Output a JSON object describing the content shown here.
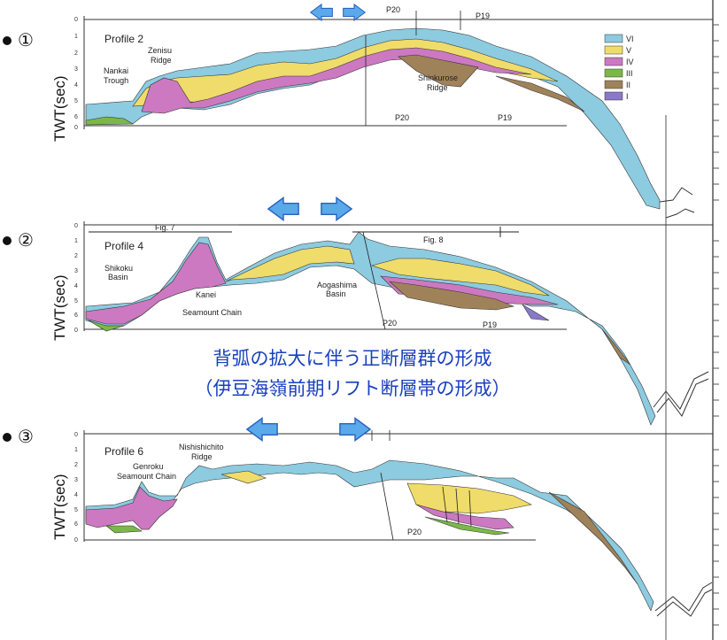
{
  "colors": {
    "VI": "#8ccbe0",
    "V": "#f0dc6a",
    "IV": "#cc79c1",
    "III": "#7cb848",
    "II": "#a0825a",
    "I": "#8a78c8",
    "arrow": "#5aa9ea",
    "caption": "#1a3fbf"
  },
  "axis_label": "TWT(sec)",
  "depth_ticks": [
    "0",
    "1",
    "2",
    "3",
    "4",
    "5",
    "6",
    "0"
  ],
  "legend": [
    "VI",
    "V",
    "IV",
    "III",
    "II",
    "I"
  ],
  "panels": [
    {
      "marker": "①",
      "profile": "Profile 2",
      "features": [
        "Nankai",
        "Trough",
        "Zenisu",
        "Ridge",
        "Shinkurose",
        "Ridge"
      ],
      "refs": [
        "P20",
        "P19",
        "P20",
        "P19"
      ]
    },
    {
      "marker": "②",
      "profile": "Profile 4",
      "features": [
        "Shikoku",
        "Basin",
        "Kanei",
        "Seamount Chain",
        "Aogashima",
        "Basin"
      ],
      "refs": [
        "P20",
        "P19"
      ],
      "figs": [
        "Fig. 7",
        "Fig. 8"
      ]
    },
    {
      "marker": "③",
      "profile": "Profile 6",
      "features": [
        "Genroku",
        "Seamount Chain",
        "Nishishichito",
        "Ridge"
      ],
      "refs": [
        "P20"
      ]
    }
  ],
  "caption": {
    "line1": "背弧の拡大に伴う正断層群の形成",
    "line2": "（伊豆海嶺前期リフト断層帯の形成）"
  }
}
